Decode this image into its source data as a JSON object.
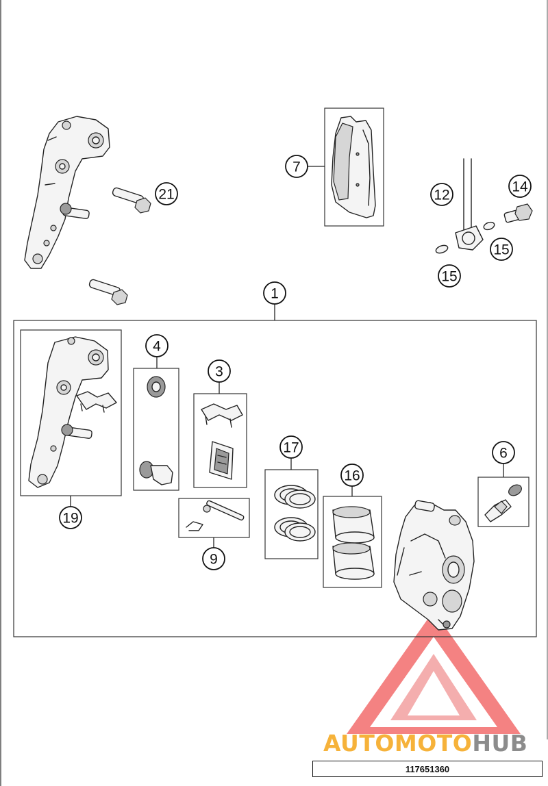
{
  "callouts": [
    {
      "id": "c1",
      "label": "1"
    },
    {
      "id": "c3",
      "label": "3"
    },
    {
      "id": "c4",
      "label": "4"
    },
    {
      "id": "c6",
      "label": "6"
    },
    {
      "id": "c7",
      "label": "7"
    },
    {
      "id": "c9",
      "label": "9"
    },
    {
      "id": "c12",
      "label": "12"
    },
    {
      "id": "c14",
      "label": "14"
    },
    {
      "id": "c15a",
      "label": "15"
    },
    {
      "id": "c15b",
      "label": "15"
    },
    {
      "id": "c16",
      "label": "16"
    },
    {
      "id": "c17",
      "label": "17"
    },
    {
      "id": "c19",
      "label": "19"
    },
    {
      "id": "c21",
      "label": "21"
    }
  ],
  "watermark": {
    "text_auto": "AUTO",
    "text_moto": "MOTO",
    "text_hub": "HUB",
    "color_orange": "#f6b23a",
    "color_gray": "#8c8c8c",
    "color_red": "#ee3b3b"
  },
  "diagram_code": "117651360"
}
